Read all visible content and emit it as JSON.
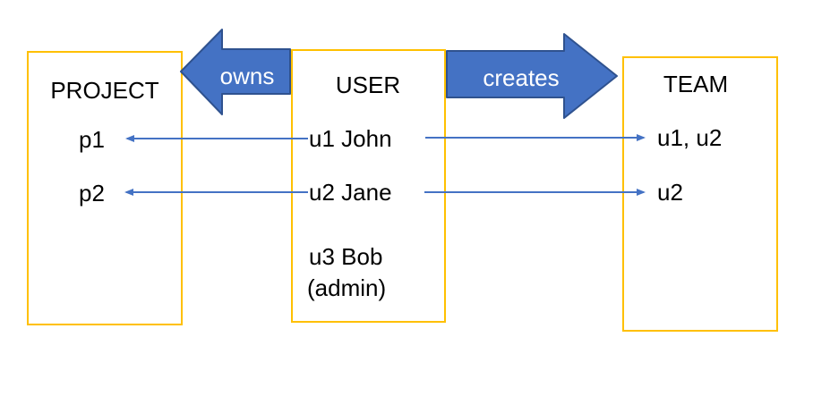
{
  "diagram": {
    "background": "#FFFFFF",
    "colors": {
      "box_border": "#FFC000",
      "block_arrow_fill": "#4472C4",
      "block_arrow_border": "#2F528F",
      "connector": "#4472C4",
      "arrow_label_text": "#FFFFFF",
      "text": "#000000"
    },
    "project": {
      "title": "PROJECT",
      "items": [
        "p1",
        "p2"
      ]
    },
    "user": {
      "title": "USER",
      "items": [
        "u1 John",
        "u2 Jane",
        "u3 Bob",
        "(admin)"
      ]
    },
    "team": {
      "title": "TEAM",
      "items": [
        "u1, u2",
        "u2"
      ]
    },
    "relations": {
      "owns_label": "owns",
      "creates_label": "creates"
    }
  }
}
